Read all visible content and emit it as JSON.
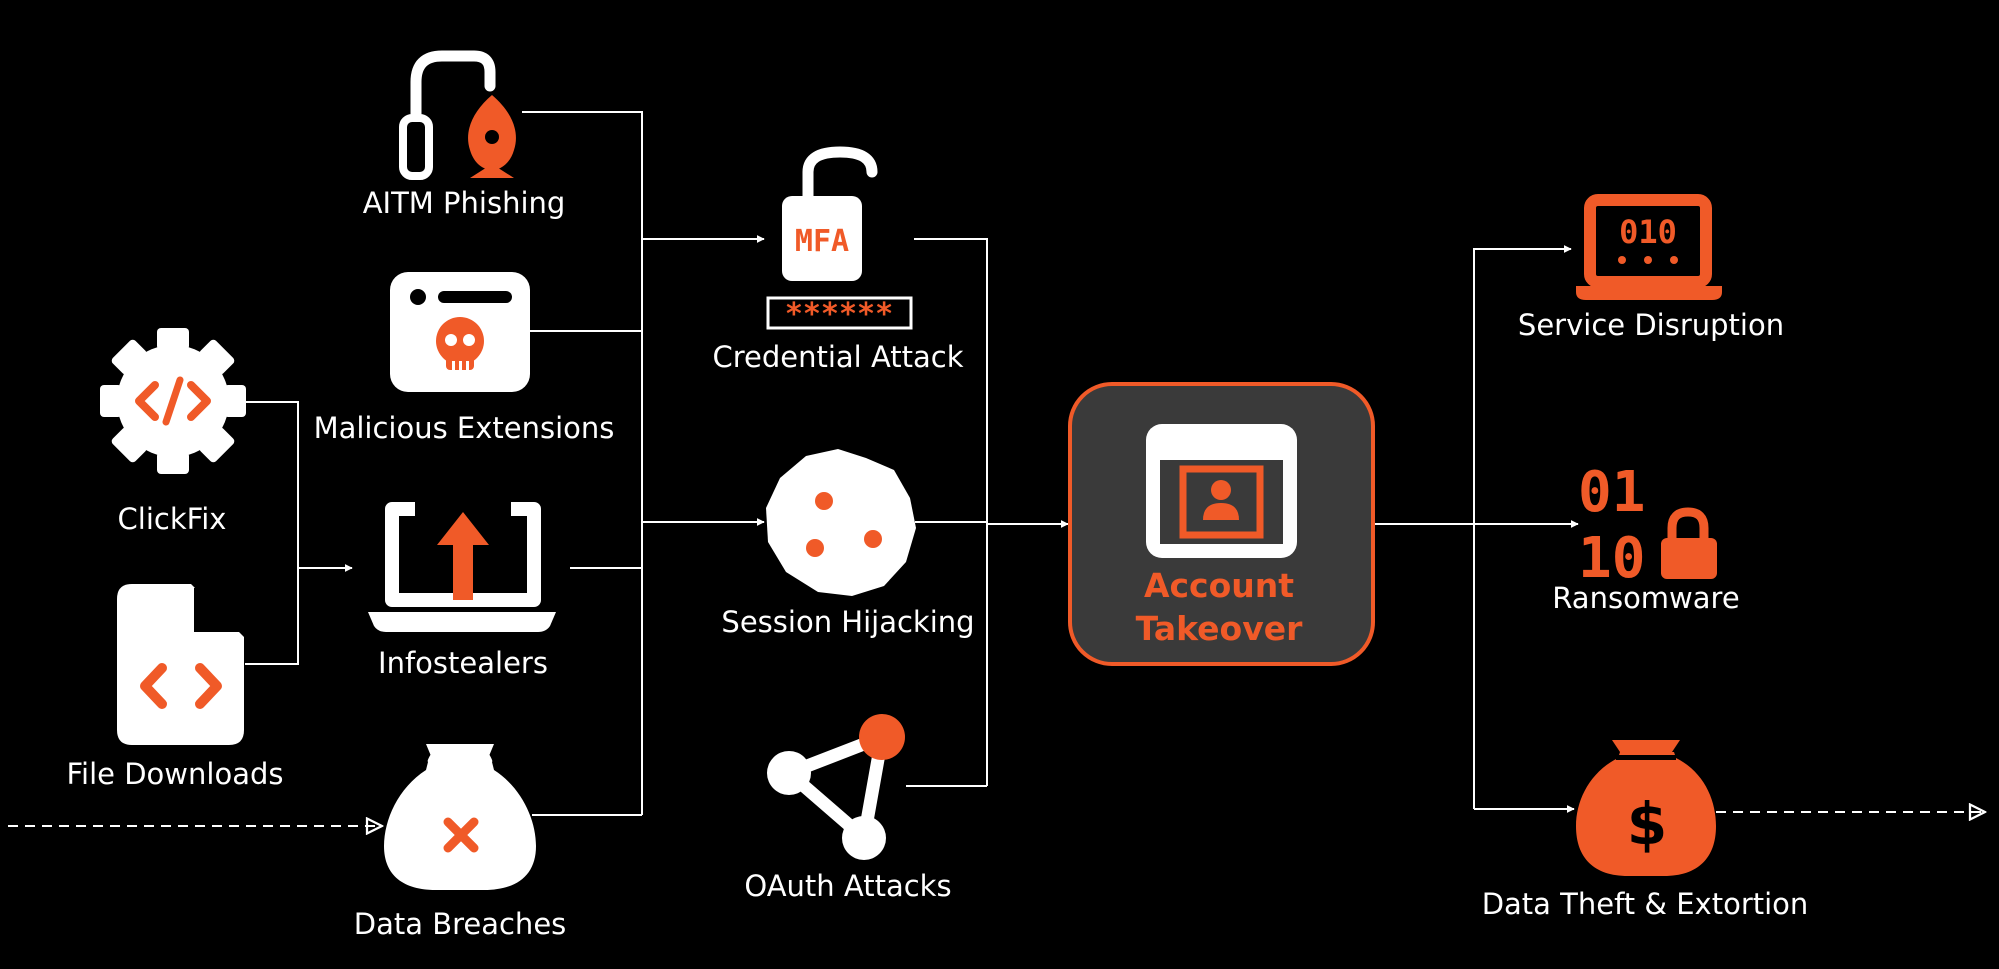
{
  "colors": {
    "background": "#000000",
    "foreground": "#ffffff",
    "accent": "#f05a28",
    "center_fill": "#3a3a3a"
  },
  "nodes": {
    "aitm_phishing": {
      "label": "AITM Phishing",
      "icon": "phishing-hook-icon"
    },
    "malicious_extensions": {
      "label": "Malicious Extensions",
      "icon": "browser-skull-icon"
    },
    "clickfix": {
      "label": "ClickFix",
      "icon": "gear-code-icon"
    },
    "infostealers": {
      "label": "Infostealers",
      "icon": "laptop-upload-icon"
    },
    "file_downloads": {
      "label": "File Downloads",
      "icon": "code-file-icon"
    },
    "data_breaches": {
      "label": "Data Breaches",
      "icon": "money-bag-x-icon"
    },
    "credential_attack": {
      "label": "Credential Attack",
      "icon": "mfa-lock-icon",
      "lock_text": "MFA",
      "password_mask": "******"
    },
    "session_hijacking": {
      "label": "Session Hijacking",
      "icon": "cookie-icon"
    },
    "oauth_attacks": {
      "label": "OAuth Attacks",
      "icon": "oauth-nodes-icon"
    },
    "account_takeover": {
      "label_line1": "Account",
      "label_line2": "Takeover",
      "icon": "browser-profile-icon"
    },
    "service_disruption": {
      "label": "Service Disruption",
      "icon": "laptop-binary-icon",
      "binary_text": "010"
    },
    "ransomware": {
      "label": "Ransomware",
      "icon": "binary-lock-icon",
      "row1": "01",
      "row2": "10"
    },
    "data_theft": {
      "label": "Data Theft & Extortion",
      "icon": "money-bag-dollar-icon",
      "symbol": "$"
    }
  }
}
